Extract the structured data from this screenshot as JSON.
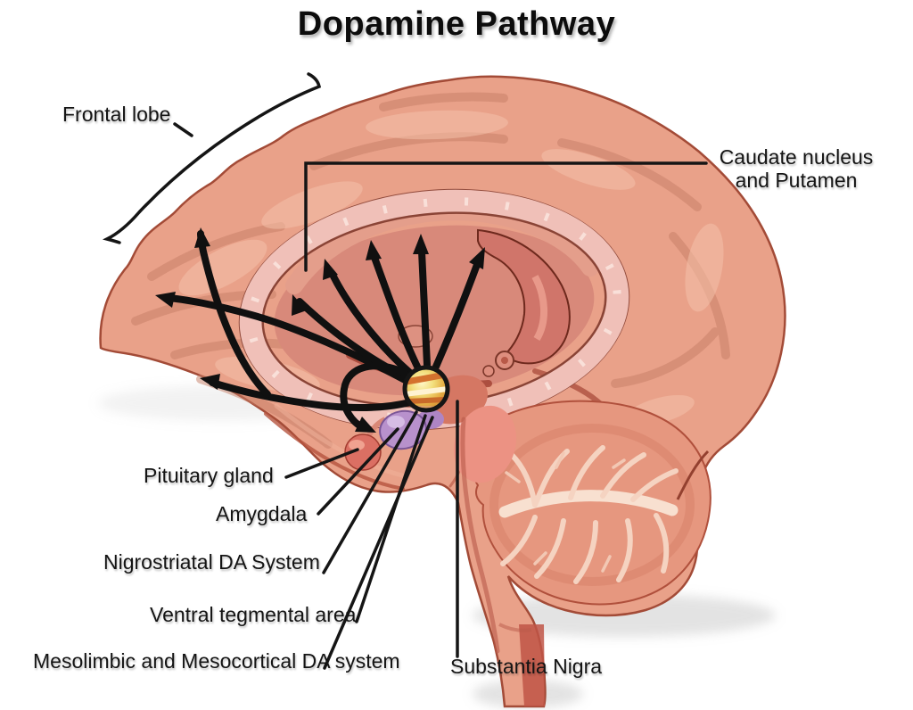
{
  "title": "Dopamine Pathway",
  "labels": {
    "frontal_lobe": "Frontal lobe",
    "caudate_putamen": "Caudate nucleus and Putamen",
    "pituitary_gland": "Pituitary gland",
    "amygdala": "Amygdala",
    "nigrostriatal": "Nigrostriatal DA System",
    "ventral_tegmental": "Ventral tegmental area",
    "mesolimbic": "Mesolimbic and Mesocortical DA system",
    "substantia_nigra": "Substantia Nigra"
  },
  "colors": {
    "background": "#FFFFFF",
    "label_text": "#141414",
    "arrow_black": "#101010",
    "cortex_salmon": "#E9A189",
    "corpus_callosum_pink": "#F0C0B8",
    "inner_brain": "#D8897A",
    "cerebellum": "#E6977F",
    "arbor_vitae": "#F5D3C1",
    "amygdala_purple": "#B891CC",
    "pituitary_red": "#DB6F63",
    "vta_circle_gold": "#F3DF7D"
  }
}
